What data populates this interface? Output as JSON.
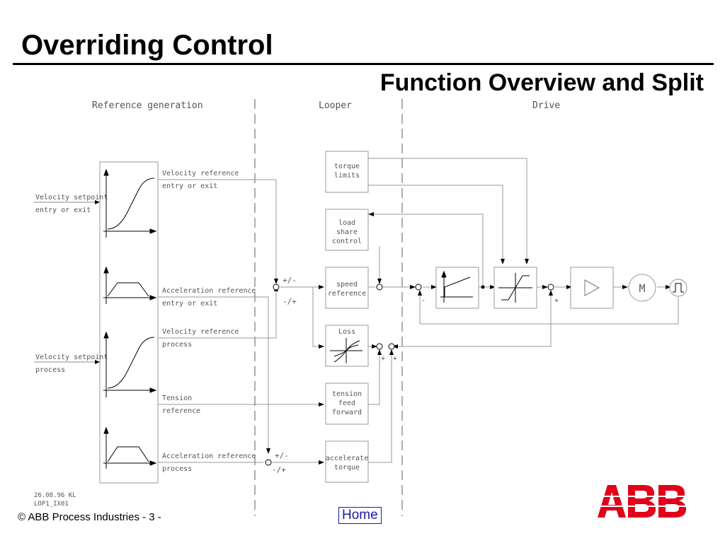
{
  "header": {
    "title": "Overriding Control",
    "subtitle": "Function Overview and Split"
  },
  "sections": {
    "reference_generation": "Reference generation",
    "looper": "Looper",
    "drive": "Drive"
  },
  "inputs": {
    "vel_setpoint_entry_1": "Velocity setpoint",
    "vel_setpoint_entry_2": "entry or exit",
    "vel_setpoint_process_1": "Velocity setpoint",
    "vel_setpoint_process_2": "process"
  },
  "signals": {
    "vel_ref_entry_1": "Velocity reference",
    "vel_ref_entry_2": "entry or exit",
    "acc_ref_entry_1": "Acceleration reference",
    "acc_ref_entry_2": "entry or exit",
    "vel_ref_process_1": "Velocity reference",
    "vel_ref_process_2": "process",
    "tension_ref_1": "Tension",
    "tension_ref_2": "reference",
    "acc_ref_process_1": "Acceleration reference",
    "acc_ref_process_2": "process"
  },
  "blocks": {
    "torque_limits": [
      "torque",
      "limits"
    ],
    "load_share": [
      "load",
      "share",
      "control"
    ],
    "speed_reference": [
      "speed",
      "reference"
    ],
    "loss": [
      "Loss"
    ],
    "tension_ff": [
      "tension",
      "feed",
      "forward"
    ],
    "accelerate_torque": [
      "accelerate",
      "torque"
    ],
    "motor": "M"
  },
  "signs": {
    "upper_plus_minus": "+/-",
    "upper_minus_plus": "-/+",
    "lower_plus_minus": "+/-",
    "lower_minus_plus": "-/+",
    "plus": "+",
    "minus": "-"
  },
  "drawing_id": {
    "line1": "26.08.96 KL",
    "line2": "LOP1_IX01"
  },
  "footer": {
    "copyright": "© ABB Process Industries - 3 -",
    "home_link": "Home"
  },
  "logo": {
    "text": "ABB",
    "color": "#e2001a"
  }
}
